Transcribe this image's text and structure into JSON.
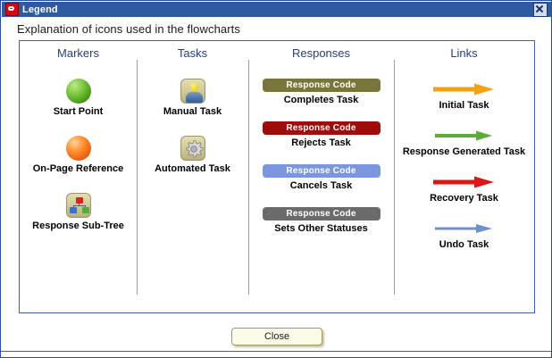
{
  "window": {
    "title": "Legend",
    "icon": "app-logo-icon",
    "close_icon": "close-icon",
    "subtitle": "Explanation of icons used in the flowcharts"
  },
  "colors": {
    "titlebar": "#2f5aa0",
    "panel_border": "#3a62a8",
    "header_text": "#223f86",
    "divider": "#9b9b9b",
    "response_completes": "#77763c",
    "response_rejects": "#9e0c0c",
    "response_cancels": "#7b96dd",
    "response_other": "#6b6b6b",
    "arrow_initial": "#f5a112",
    "arrow_response_generated": "#5bad33",
    "arrow_recovery": "#e01515",
    "arrow_undo": "#6f8fd0"
  },
  "columns": [
    {
      "id": "markers",
      "header": "Markers",
      "entries": [
        {
          "icon": "green-sphere-icon",
          "label": "Start Point"
        },
        {
          "icon": "orange-sphere-icon",
          "label": "On-Page Reference"
        },
        {
          "icon": "response-sub-tree-icon",
          "label": "Response Sub-Tree"
        }
      ]
    },
    {
      "id": "tasks",
      "header": "Tasks",
      "entries": [
        {
          "icon": "person-icon",
          "label": "Manual Task"
        },
        {
          "icon": "gear-icon",
          "label": "Automated Task"
        }
      ]
    },
    {
      "id": "responses",
      "header": "Responses",
      "entries": [
        {
          "pill": "Response Code",
          "color": "#77763c",
          "label": "Completes Task"
        },
        {
          "pill": "Response Code",
          "color": "#9e0c0c",
          "label": "Rejects Task"
        },
        {
          "pill": "Response Code",
          "color": "#7b96dd",
          "label": "Cancels Task"
        },
        {
          "pill": "Response Code",
          "color": "#6b6b6b",
          "label": "Sets Other Statuses"
        }
      ]
    },
    {
      "id": "links",
      "header": "Links",
      "entries": [
        {
          "icon": "arrow-right-icon",
          "color": "#f5a112",
          "thickness": 5,
          "label": "Initial Task"
        },
        {
          "icon": "arrow-right-icon",
          "color": "#5bad33",
          "thickness": 4,
          "label": "Response Generated Task"
        },
        {
          "icon": "arrow-right-icon",
          "color": "#e01515",
          "thickness": 5,
          "label": "Recovery Task"
        },
        {
          "icon": "arrow-right-icon",
          "color": "#6f8fd0",
          "thickness": 3,
          "label": "Undo Task"
        }
      ]
    }
  ],
  "footer": {
    "close_label": "Close"
  }
}
